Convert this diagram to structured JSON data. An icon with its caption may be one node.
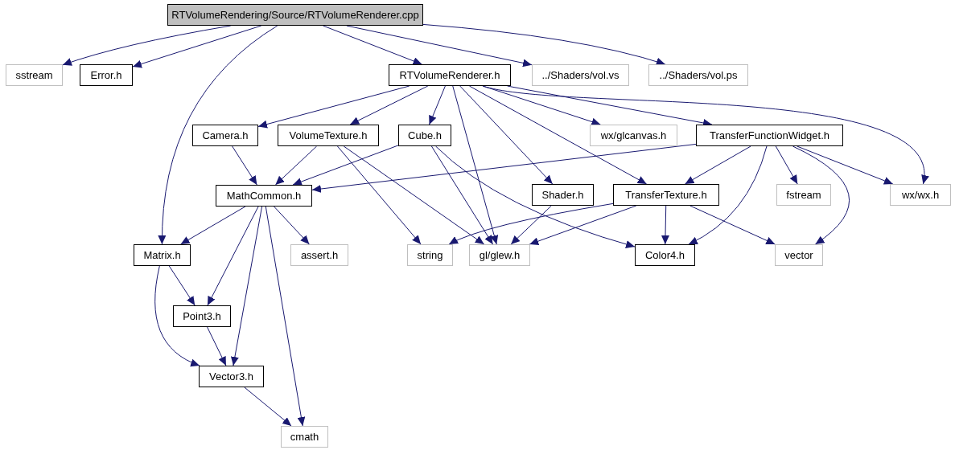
{
  "diagram": {
    "nodes": [
      {
        "text": [
          "RTVolumeRendering/Source/RTVolumeRenderer.cpp"
        ]
      },
      {
        "text": [
          "sstream"
        ]
      },
      {
        "text": [
          "Error.h"
        ]
      },
      {
        "text": [
          "RTVolumeRenderer.h"
        ]
      },
      {
        "text": [
          "../Shaders/vol.vs"
        ]
      },
      {
        "text": [
          "../Shaders/vol.ps"
        ]
      },
      {
        "text": [
          "Camera.h"
        ]
      },
      {
        "text": [
          "VolumeTexture.h"
        ]
      },
      {
        "text": [
          "Cube.h"
        ]
      },
      {
        "text": [
          "wx/glcanvas.h"
        ]
      },
      {
        "text": [
          "TransferFunctionWidget.h"
        ]
      },
      {
        "text": [
          "MathCommon.h"
        ]
      },
      {
        "text": [
          "Shader.h"
        ]
      },
      {
        "text": [
          "TransferTexture.h"
        ]
      },
      {
        "text": [
          "fstream"
        ]
      },
      {
        "text": [
          "wx/wx.h"
        ]
      },
      {
        "text": [
          "Matrix.h"
        ]
      },
      {
        "text": [
          "assert.h"
        ]
      },
      {
        "text": [
          "string"
        ]
      },
      {
        "text": [
          "gl/glew.h"
        ]
      },
      {
        "text": [
          "Color4.h"
        ]
      },
      {
        "text": [
          "vector"
        ]
      },
      {
        "text": [
          "Point3.h"
        ]
      },
      {
        "text": [
          "Vector3.h"
        ]
      },
      {
        "text": [
          "cmath"
        ]
      }
    ],
    "edges": [
      {
        "from": 0,
        "to": 1,
        "arrow": "to"
      },
      {
        "from": 0,
        "to": 2,
        "arrow": "to"
      },
      {
        "from": 0,
        "to": 16,
        "arrow": "to"
      },
      {
        "from": 0,
        "to": 3,
        "arrow": "to"
      },
      {
        "from": 0,
        "to": 4,
        "arrow": "to"
      },
      {
        "from": 0,
        "to": 5,
        "arrow": "to"
      },
      {
        "from": 3,
        "to": 6,
        "arrow": "to"
      },
      {
        "from": 3,
        "to": 7,
        "arrow": "to"
      },
      {
        "from": 3,
        "to": 8,
        "arrow": "to"
      },
      {
        "from": 3,
        "to": 19,
        "arrow": "to"
      },
      {
        "from": 3,
        "to": 12,
        "arrow": "to"
      },
      {
        "from": 3,
        "to": 13,
        "arrow": "to"
      },
      {
        "from": 3,
        "to": 9,
        "arrow": "to"
      },
      {
        "from": 3,
        "to": 10,
        "arrow": "to"
      },
      {
        "from": 3,
        "to": 15,
        "arrow": "to"
      },
      {
        "from": 6,
        "to": 11,
        "arrow": "to"
      },
      {
        "from": 7,
        "to": 11,
        "arrow": "to"
      },
      {
        "from": 7,
        "to": 18,
        "arrow": "to"
      },
      {
        "from": 7,
        "to": 19,
        "arrow": "to"
      },
      {
        "from": 8,
        "to": 11,
        "arrow": "to"
      },
      {
        "from": 8,
        "to": 19,
        "arrow": "to"
      },
      {
        "from": 8,
        "to": 20,
        "arrow": "to"
      },
      {
        "from": 10,
        "to": 11,
        "arrow": "to"
      },
      {
        "from": 10,
        "to": 13,
        "arrow": "to"
      },
      {
        "from": 10,
        "to": 20,
        "arrow": "to"
      },
      {
        "from": 10,
        "to": 14,
        "arrow": "to"
      },
      {
        "from": 10,
        "to": 21,
        "arrow": "to"
      },
      {
        "from": 10,
        "to": 15,
        "arrow": "to"
      },
      {
        "from": 11,
        "to": 16,
        "arrow": "to"
      },
      {
        "from": 11,
        "to": 22,
        "arrow": "to"
      },
      {
        "from": 11,
        "to": 23,
        "arrow": "to"
      },
      {
        "from": 11,
        "to": 17,
        "arrow": "to"
      },
      {
        "from": 11,
        "to": 24,
        "arrow": "to"
      },
      {
        "from": 12,
        "to": 19,
        "arrow": "to"
      },
      {
        "from": 13,
        "to": 18,
        "arrow": "to"
      },
      {
        "from": 13,
        "to": 19,
        "arrow": "to"
      },
      {
        "from": 13,
        "to": 20,
        "arrow": "to"
      },
      {
        "from": 13,
        "to": 21,
        "arrow": "to"
      },
      {
        "from": 16,
        "to": 22,
        "arrow": "to"
      },
      {
        "from": 16,
        "to": 23,
        "arrow": "to"
      },
      {
        "from": 22,
        "to": 23,
        "arrow": "to"
      },
      {
        "from": 23,
        "to": 24,
        "arrow": "to"
      }
    ]
  }
}
